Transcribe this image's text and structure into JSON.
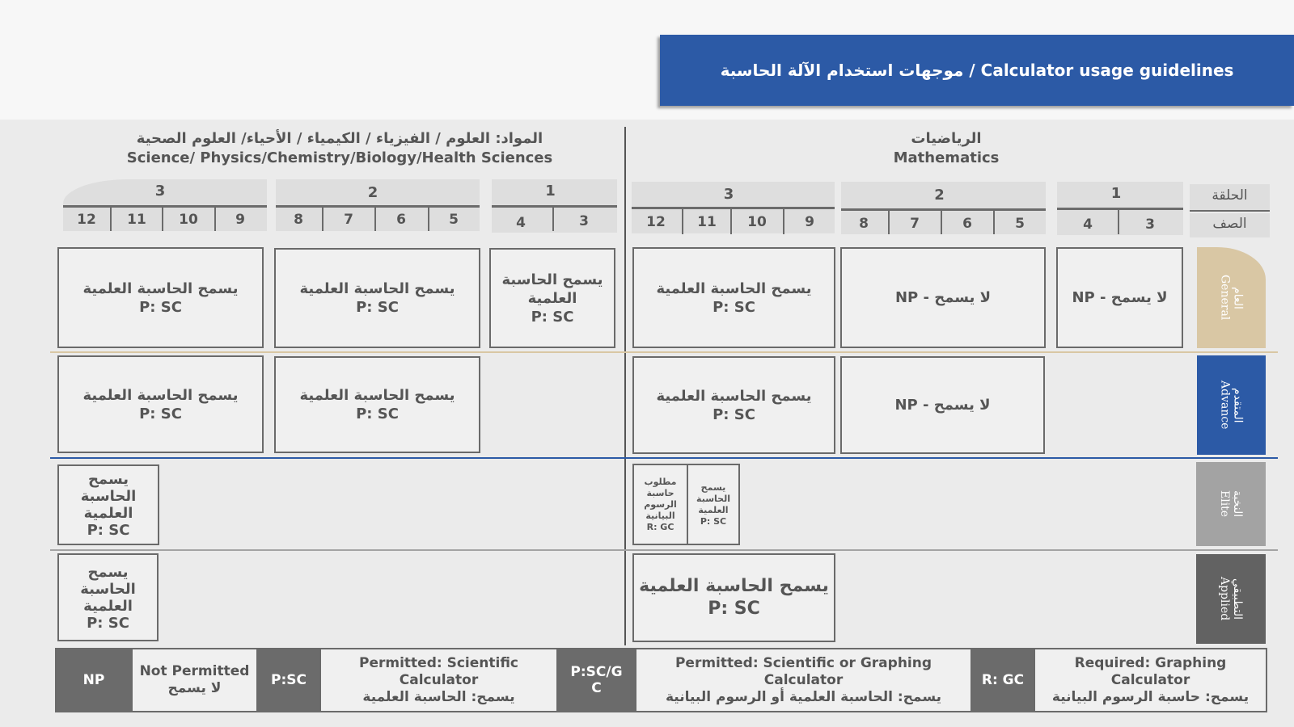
{
  "title": "Calculator usage guidelines / موجهات استخدام الآلة الحاسبة",
  "science": {
    "title_ar": "المواد:  العلوم / الفيزياء / الكيمياء / الأحياء/ العلوم الصحية",
    "title_en": "Science/ Physics/Chemistry/Biology/Health Sciences",
    "cycles": [
      {
        "label": "3",
        "grades": [
          "12",
          "11",
          "10",
          "9"
        ]
      },
      {
        "label": "2",
        "grades": [
          "8",
          "7",
          "6",
          "5"
        ]
      },
      {
        "label": "1",
        "grades": [
          "4",
          "3"
        ]
      }
    ]
  },
  "math": {
    "title_ar": "الرياضيات",
    "title_en": "Mathematics",
    "cycles": [
      {
        "label": "3",
        "grades": [
          "12",
          "11",
          "10",
          "9"
        ]
      },
      {
        "label": "2",
        "grades": [
          "8",
          "7",
          "6",
          "5"
        ]
      },
      {
        "label": "1",
        "grades": [
          "4",
          "3"
        ]
      }
    ]
  },
  "header_labels": {
    "cycle": "الحلقة",
    "grade": "الصف"
  },
  "streams": {
    "general": {
      "ar": "العام",
      "en": "General",
      "color": "#d9c7a4"
    },
    "advance": {
      "ar": "المتقدم",
      "en": "Advance",
      "color": "#2c5aa6"
    },
    "elite": {
      "ar": "النخبة",
      "en": "Elite",
      "color": "#a3a3a3"
    },
    "applied": {
      "ar": "التطبيقي",
      "en": "Applied",
      "color": "#626262"
    }
  },
  "cells": {
    "sc_ar": "يسمح الحاسبة العلمية",
    "sc_ar_short1": "يسمح الحاسبة",
    "sc_ar_short2": "العلمية",
    "sc_ar_w1": "يسمح",
    "sc_ar_w2": "الحاسبة",
    "sc_ar_w3": "العلمية",
    "sc_code": "P: SC",
    "np": "لا يسمح - NP",
    "gc_l1": "مطلوب",
    "gc_l2": "حاسبة",
    "gc_l3": "الرسوم",
    "gc_l4": "البيانية",
    "gc_code": "R: GC"
  },
  "legend": [
    {
      "key": "NP",
      "l1": "Not Permitted",
      "l2": "لا يسمح",
      "l3": ""
    },
    {
      "key": "P:SC",
      "l1": "Permitted: Scientific",
      "l2": "Calculator",
      "l3": "يسمح: الحاسبة العلمية"
    },
    {
      "key": "P:SC/G",
      "key2": "C",
      "l1": "Permitted: Scientific or Graphing",
      "l2": "Calculator",
      "l3": "يسمح: الحاسبة العلمية أو الرسوم البيانية"
    },
    {
      "key": "R: GC",
      "l1": "Required: Graphing",
      "l2": "Calculator",
      "l3": "يسمح: حاسبة الرسوم البيانية"
    }
  ]
}
